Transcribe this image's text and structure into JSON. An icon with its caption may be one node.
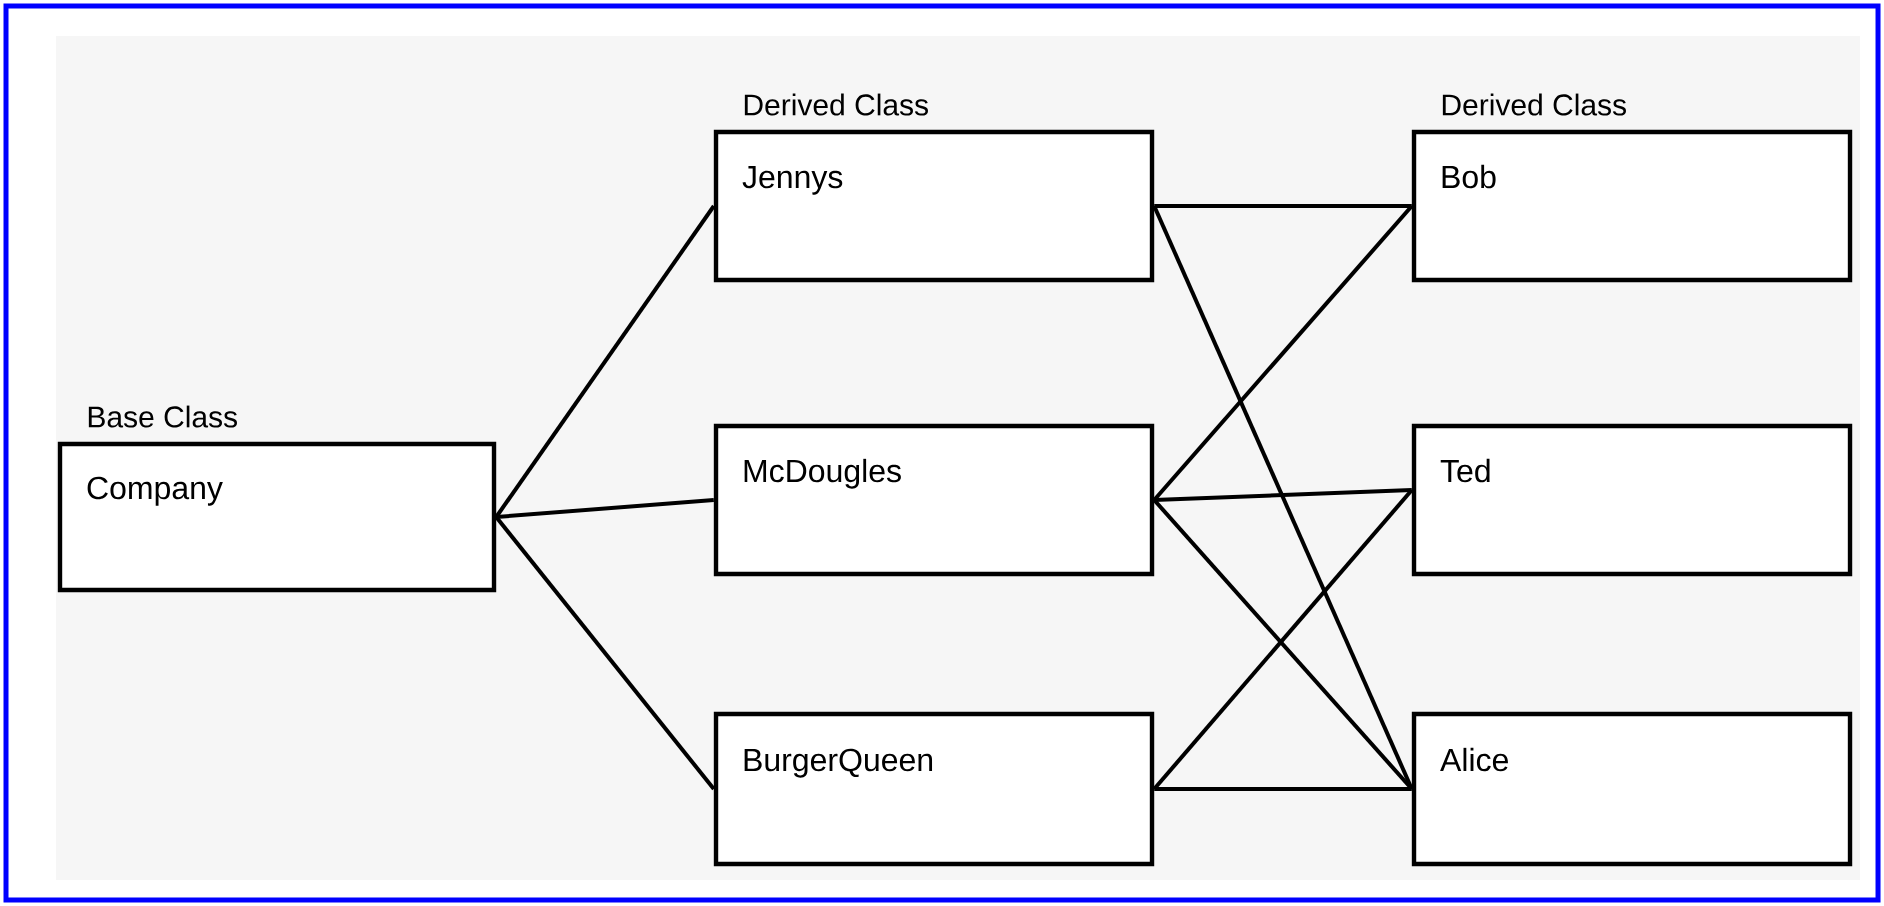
{
  "diagram": {
    "nodes": [
      {
        "text": [
          "Base Class",
          "Company"
        ]
      },
      {
        "text": [
          "Derived Class",
          "Jennys"
        ]
      },
      {
        "text": [
          "McDougles"
        ]
      },
      {
        "text": [
          "BurgerQueen"
        ]
      },
      {
        "text": [
          "Derived Class",
          "Bob"
        ]
      },
      {
        "text": [
          "Ted"
        ]
      },
      {
        "text": [
          "Alice"
        ]
      }
    ],
    "edges": [
      {
        "from": 0,
        "to": 1,
        "arrow": "none"
      },
      {
        "from": 0,
        "to": 2,
        "arrow": "none"
      },
      {
        "from": 0,
        "to": 3,
        "arrow": "none"
      },
      {
        "from": 1,
        "to": 4,
        "arrow": "none"
      },
      {
        "from": 1,
        "to": 6,
        "arrow": "none"
      },
      {
        "from": 2,
        "to": 4,
        "arrow": "none"
      },
      {
        "from": 2,
        "to": 5,
        "arrow": "none"
      },
      {
        "from": 2,
        "to": 6,
        "arrow": "none"
      },
      {
        "from": 3,
        "to": 5,
        "arrow": "none"
      },
      {
        "from": 3,
        "to": 6,
        "arrow": "none"
      }
    ]
  }
}
